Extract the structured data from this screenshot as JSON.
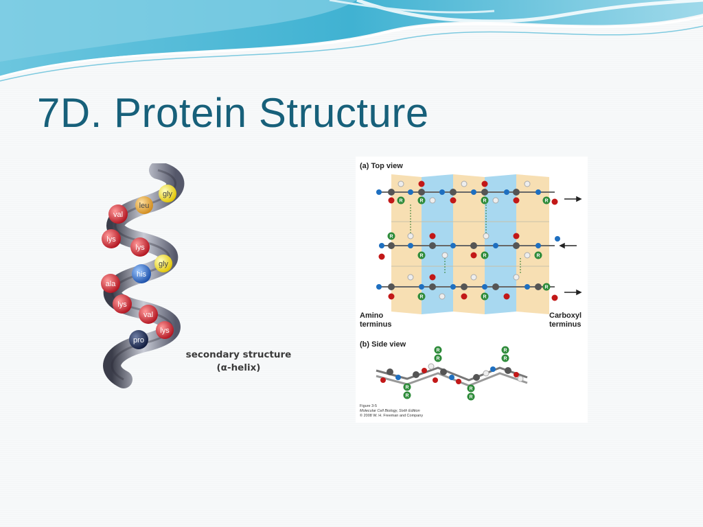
{
  "slide": {
    "title": "7D. Protein Structure"
  },
  "helix_figure": {
    "residues": [
      "gly",
      "leu",
      "val",
      "lys",
      "lys",
      "gly",
      "his",
      "ala",
      "lys",
      "val",
      "lys",
      "pro"
    ],
    "caption_line1": "secondary structure",
    "caption_line2": "(α-helix)"
  },
  "sheet_figure": {
    "top_view_label": "(a) Top view",
    "side_view_label": "(b) Side view",
    "amino_label_1": "Amino",
    "amino_label_2": "terminus",
    "carboxyl_label_1": "Carboxyl",
    "carboxyl_label_2": "terminus",
    "r_label": "R",
    "figure_number": "Figure 3-5",
    "book_title": "Molecular Cell Biology, Sixth Edition",
    "copyright": "© 2008 W. H. Freeman and Company"
  },
  "colors": {
    "title": "#17607a",
    "header_wave_dark": "#3aaecf",
    "header_wave_light": "#a9dded",
    "sheet_blue": "#a8d8f0",
    "sheet_tan": "#f7dfb3"
  }
}
